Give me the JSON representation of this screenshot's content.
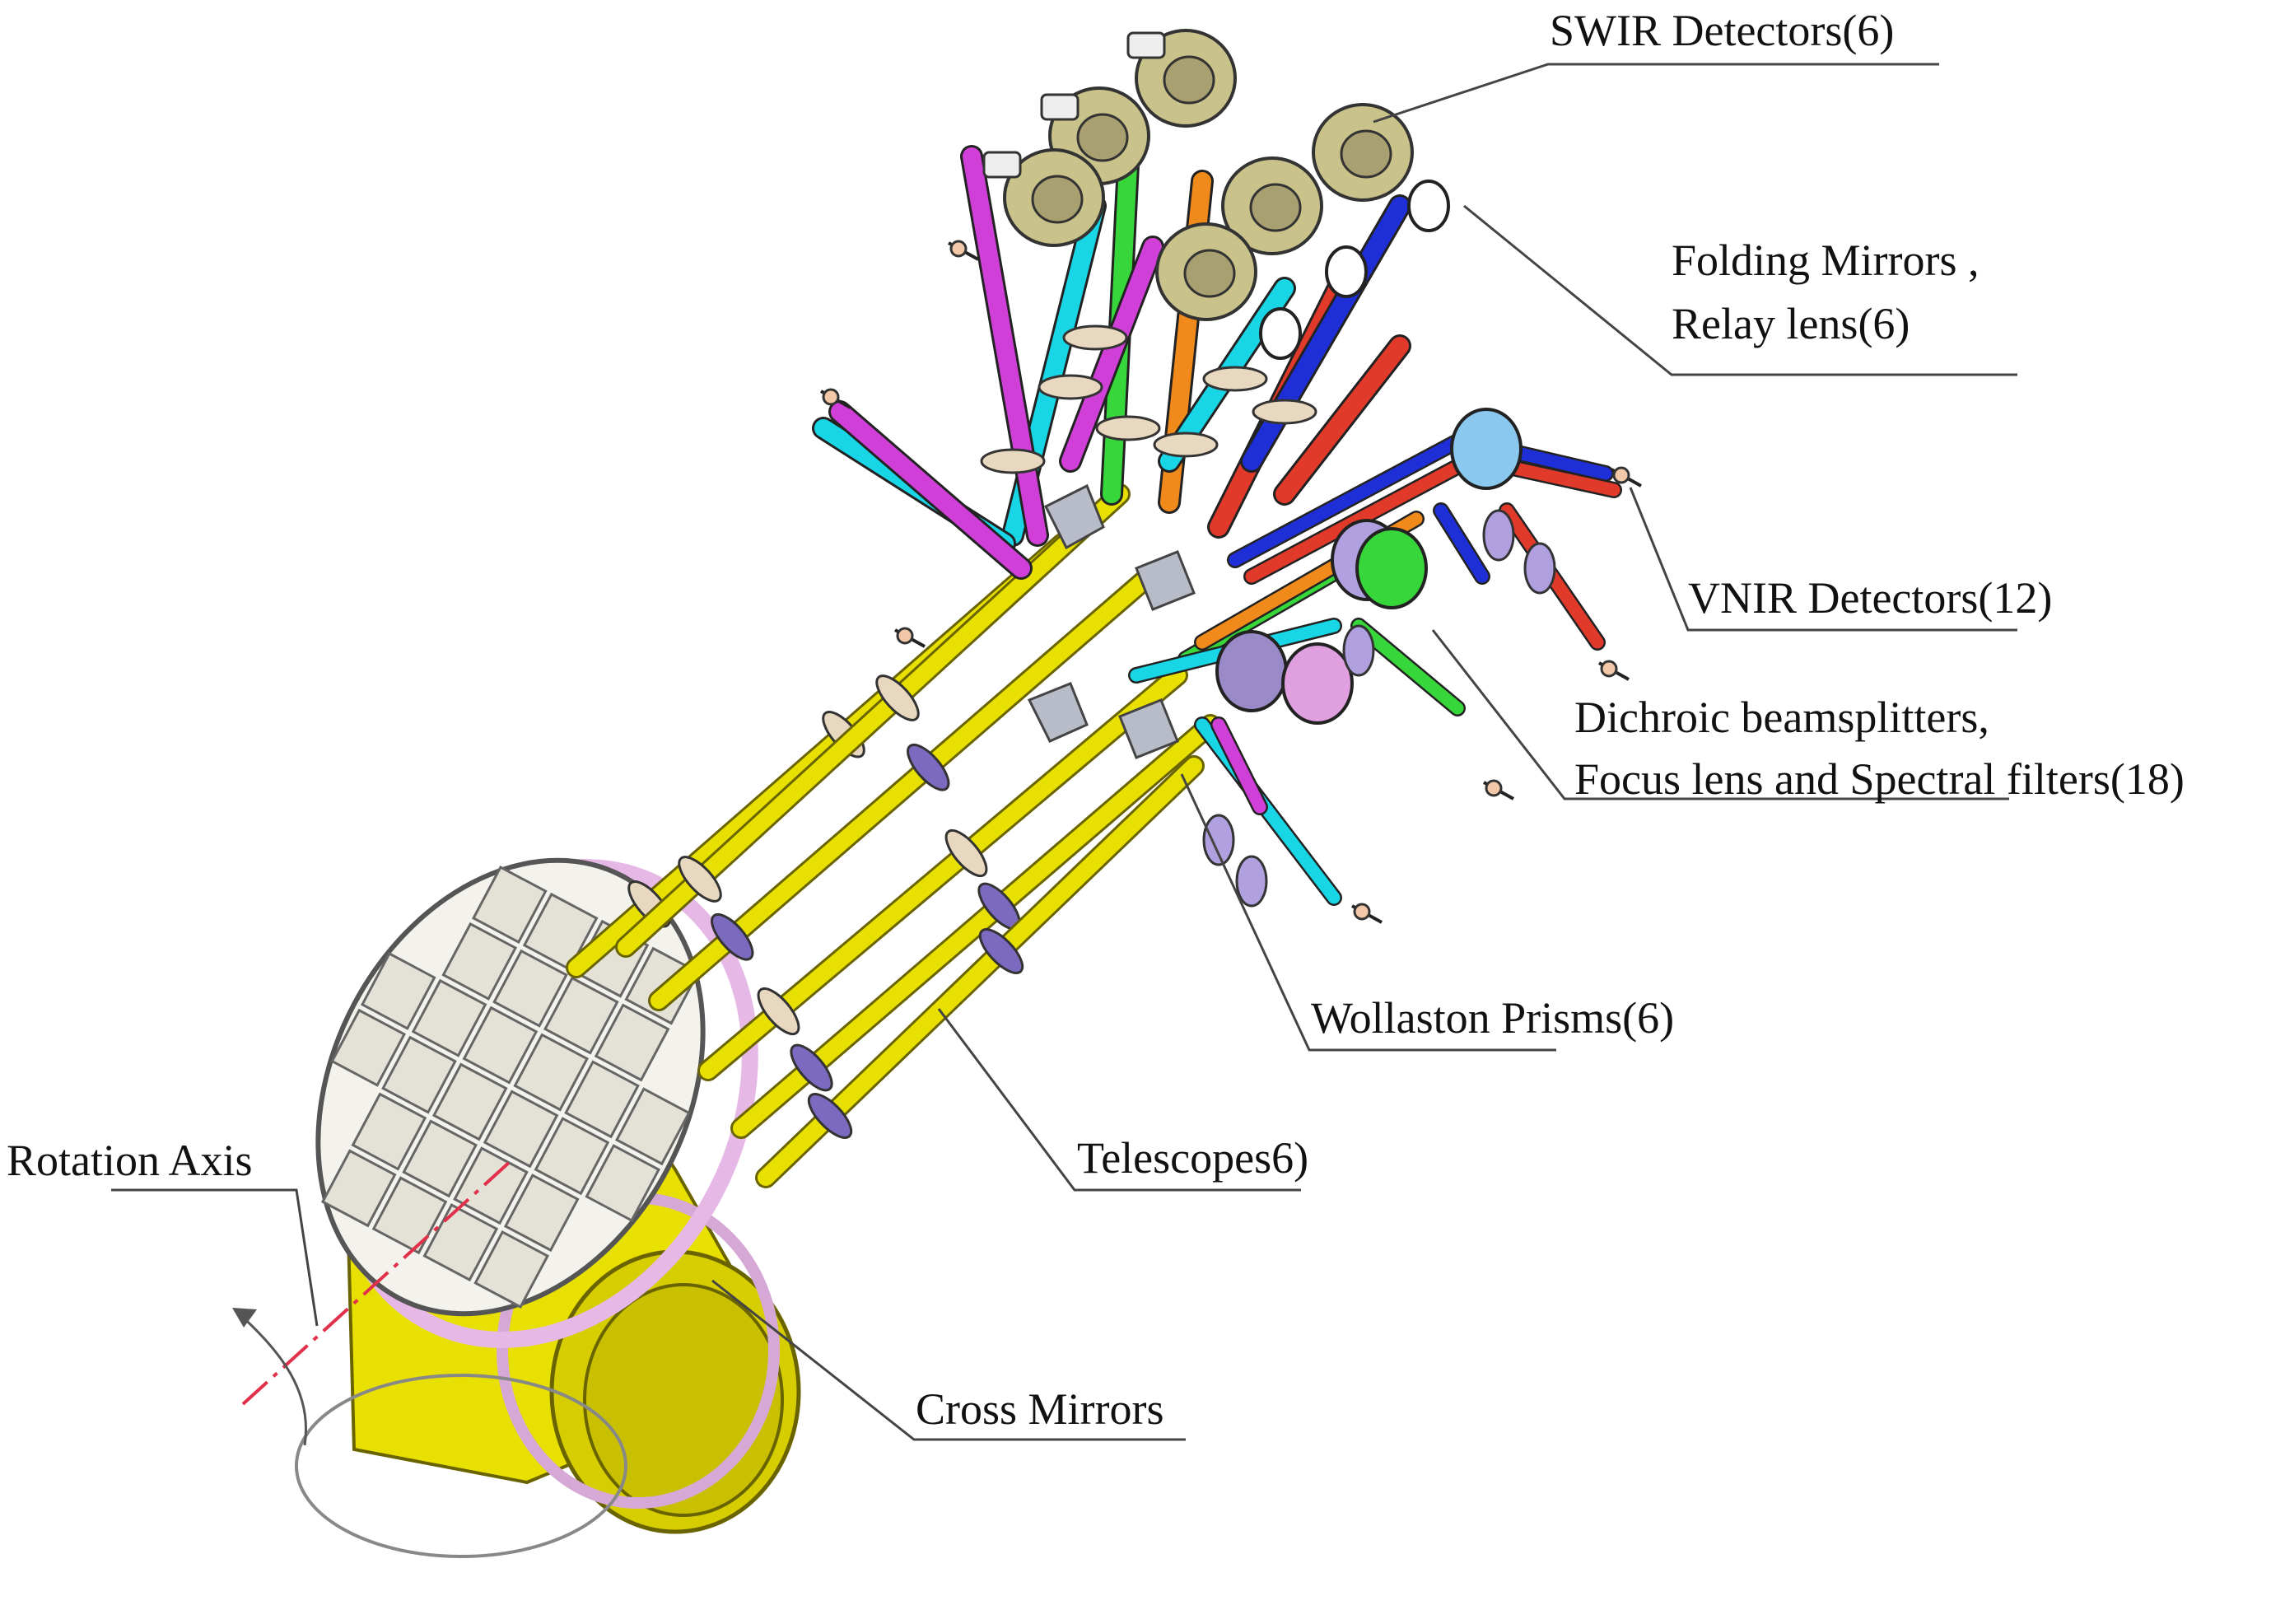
{
  "labels": {
    "swir": "SWIR Detectors(6)",
    "folding_1": "Folding Mirrors ,",
    "folding_2": "Relay lens(6)",
    "vnir": "VNIR Detectors(12)",
    "dichroic_1": "Dichroic beamsplitters,",
    "dichroic_2": "Focus lens and Spectral filters(18)",
    "wollaston": "Wollaston Prisms(6)",
    "telescopes": "Telescopes6)",
    "rotation": "Rotation Axis",
    "cross": "Cross Mirrors"
  },
  "colors": {
    "yellow": "#e8e000",
    "yellow_dark": "#9a9400",
    "cyan": "#19d6e6",
    "green": "#37d63a",
    "red": "#e23a2a",
    "blue": "#1f2fd8",
    "magenta": "#d040d8",
    "orange": "#f08a1a",
    "lavender": "#9a8ac8",
    "pink_ring": "#e6b8e6",
    "detector_brass": "#c9c28a",
    "axis_red": "#e0304a",
    "leader": "#444444"
  }
}
